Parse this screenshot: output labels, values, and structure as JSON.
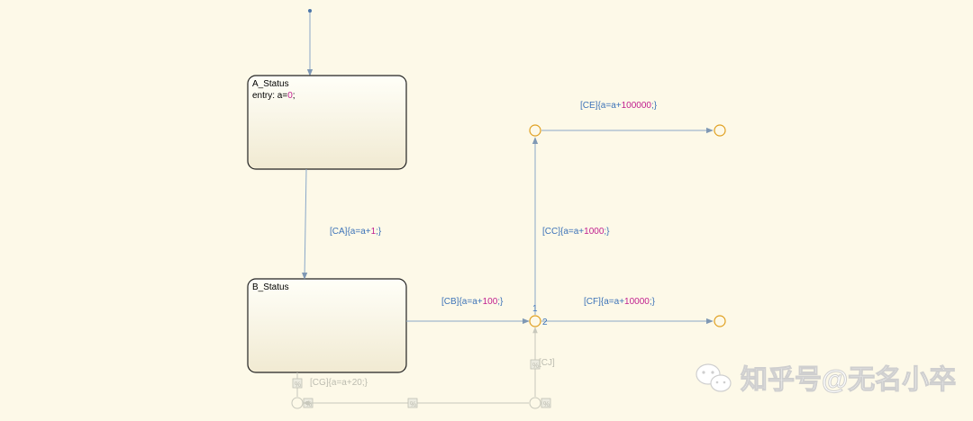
{
  "states": {
    "a": {
      "name": "A_Status",
      "entry_prefix": "entry: a=",
      "entry_value": "0",
      "entry_suffix": ";"
    },
    "b": {
      "name": "B_Status"
    }
  },
  "transitions": {
    "ca": {
      "prefix": "[CA]{a=a+",
      "value": "1",
      "suffix": ";}"
    },
    "cb": {
      "prefix": "[CB]{a=a+",
      "value": "100",
      "suffix": ";}"
    },
    "cc": {
      "prefix": "[CC]{a=a+",
      "value": "1000",
      "suffix": ";}"
    },
    "ce": {
      "prefix": "[CE]{a=a+",
      "value": "100000",
      "suffix": ";}"
    },
    "cf": {
      "prefix": "[CF]{a=a+",
      "value": "10000",
      "suffix": ";}"
    },
    "cg": {
      "prefix": "[CG]{a=a+20;}"
    },
    "cj": {
      "prefix": "[CJ]"
    }
  },
  "junction_order": {
    "first": "1",
    "second": "2"
  },
  "comment_marker": "%",
  "watermark": "知乎号@无名小卒",
  "colors": {
    "background": "#fdf9e8",
    "transition_line": "#8aa8c8",
    "junction": "#e0a020",
    "label": "#3d73b8",
    "number": "#c0208f",
    "commented": "#bcbcb0"
  }
}
